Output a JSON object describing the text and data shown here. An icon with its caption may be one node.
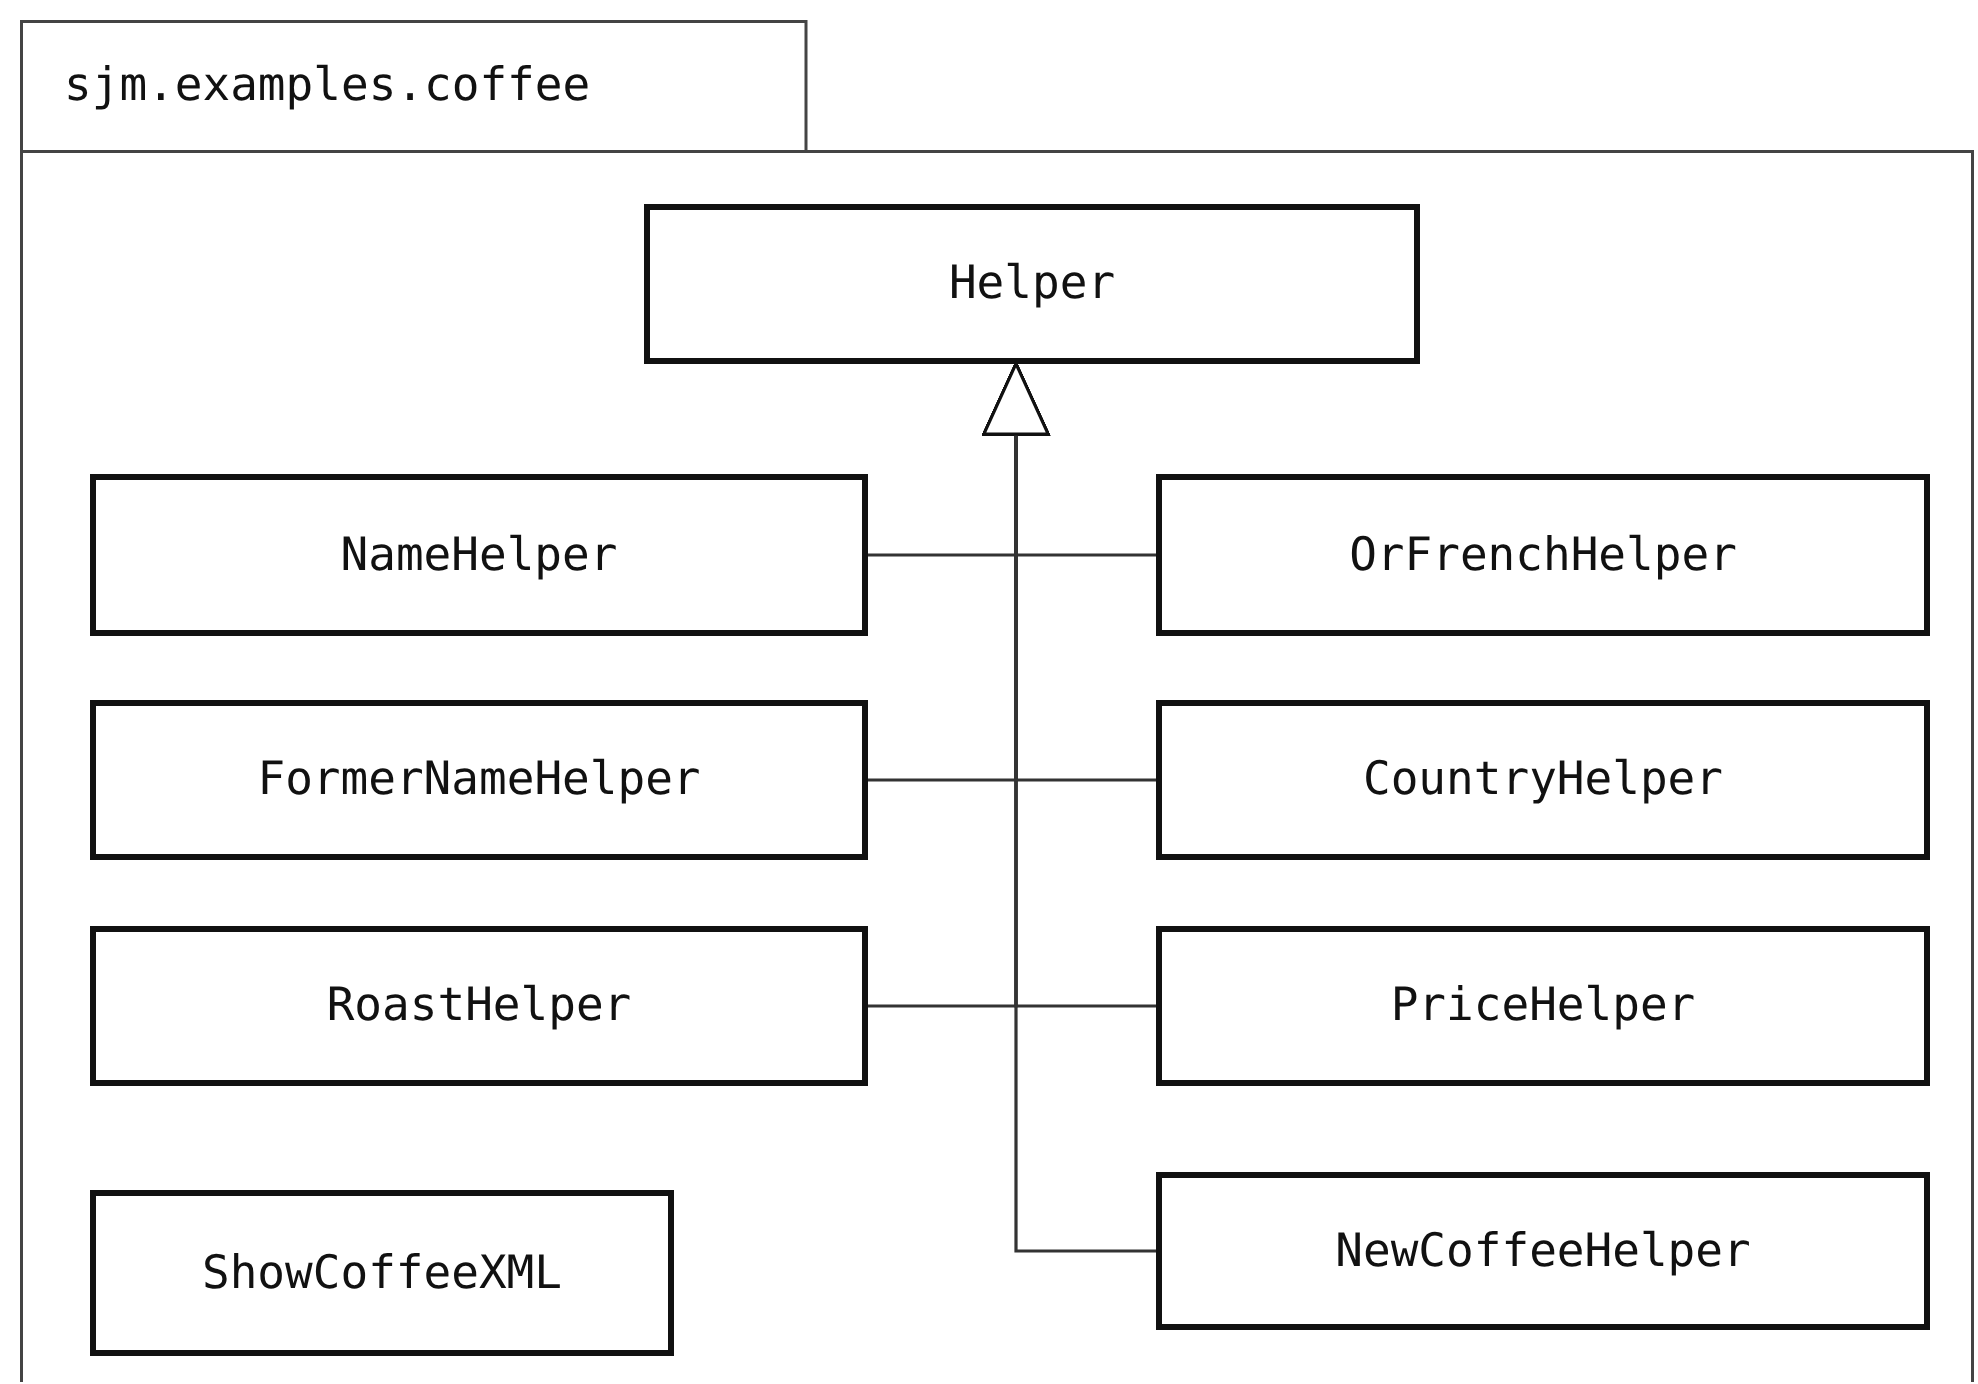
{
  "diagram": {
    "nodes": [
      {
        "text": [
          "sjm.examples.coffee"
        ]
      },
      {
        "text": [
          "Helper"
        ],
        "in": 0
      },
      {
        "text": [
          "NameHelper"
        ],
        "in": 0
      },
      {
        "text": [
          "OrFrenchHelper"
        ],
        "in": 0
      },
      {
        "text": [
          "FormerNameHelper"
        ],
        "in": 0
      },
      {
        "text": [
          "CountryHelper"
        ],
        "in": 0
      },
      {
        "text": [
          "RoastHelper"
        ],
        "in": 0
      },
      {
        "text": [
          "PriceHelper"
        ],
        "in": 0
      },
      {
        "text": [
          "ShowCoffeeXML"
        ],
        "in": 0
      },
      {
        "text": [
          "NewCoffeeHelper"
        ],
        "in": 0
      }
    ],
    "edges": [
      {
        "from": 2,
        "to": 1,
        "arrow": "to"
      },
      {
        "from": 3,
        "to": 1,
        "arrow": "to"
      },
      {
        "from": 4,
        "to": 1,
        "arrow": "to"
      },
      {
        "from": 5,
        "to": 1,
        "arrow": "to"
      },
      {
        "from": 6,
        "to": 1,
        "arrow": "to"
      },
      {
        "from": 7,
        "to": 1,
        "arrow": "to"
      },
      {
        "from": 9,
        "to": 1,
        "arrow": "to"
      }
    ]
  }
}
